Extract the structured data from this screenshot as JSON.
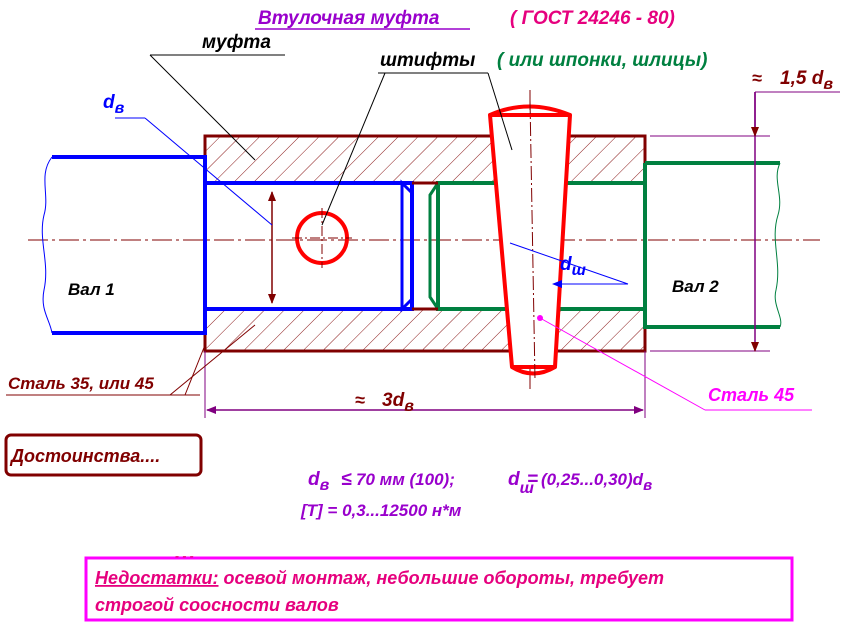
{
  "title": "Втулочная муфта",
  "gost": "( ГОСТ  24246 - 80)",
  "labels": {
    "coupling": "муфта",
    "pins": "штифты",
    "pins_alt": "( или шпонки,  шлицы)",
    "shaft_diam": "d",
    "shaft_diam_sub": "в",
    "outer_diam": "1,5 d",
    "outer_diam_sub": "в",
    "shaft1": "Вал 1",
    "shaft2": "Вал 2",
    "pin_diam": "d",
    "pin_diam_sub": "ш",
    "length_dim": "3d",
    "length_dim_sub": "в",
    "coupling_steel": "Сталь 35, или 45",
    "pin_steel": "Сталь 45"
  },
  "advantages": "Достоинства....",
  "formulas": {
    "line1_a": "d",
    "line1_a_sub": "в",
    "line1_b": " 70 мм (100);",
    "line1_c": "d",
    "line1_c_sub": "ш",
    "line1_d": " (0,25...0,30)d",
    "line1_d_sub": "в",
    "line2": "[T] = 0,3...12500 н*м"
  },
  "disadvantages": {
    "label": "Недостатки:",
    "text1": "  осевой монтаж, небольшие обороты, требует",
    "text2": "строгой соосности валов"
  },
  "colors": {
    "maroon": "#800000",
    "blue": "#0000ff",
    "green": "#008040",
    "red": "#ff0000",
    "purple": "#800080",
    "violet": "#9900cc",
    "magenta": "#ff00ff",
    "pink": "#e6007e",
    "hatch": "#9b2a2a"
  }
}
